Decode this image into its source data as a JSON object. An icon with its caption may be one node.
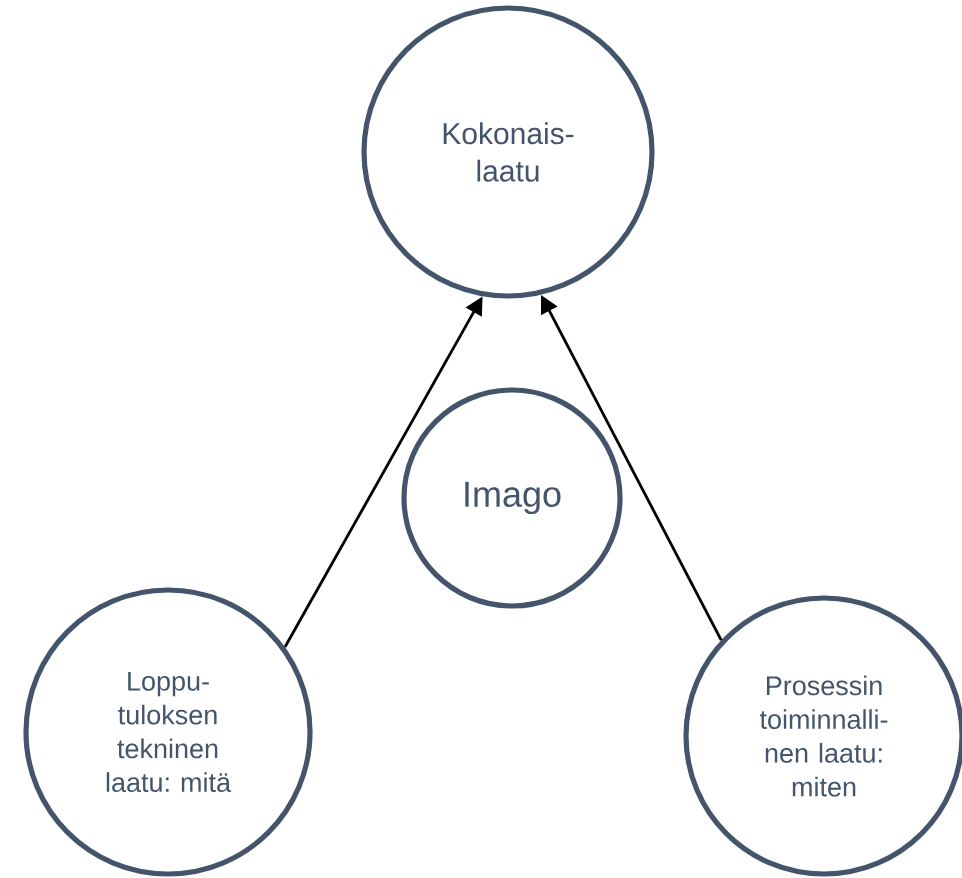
{
  "diagram": {
    "nodes": [
      {
        "text": [
          "Kokonais- laatu"
        ]
      },
      {
        "text": [
          "Imago"
        ]
      },
      {
        "text": [
          "Loppu- tuloksen tekninen laatu: mitä"
        ]
      },
      {
        "text": [
          "Prosessin toiminnalli- nen laatu: miten"
        ]
      }
    ],
    "edges": [
      {
        "from": 2,
        "to": 0,
        "arrow": "to"
      },
      {
        "from": 3,
        "to": 0,
        "arrow": "to"
      }
    ]
  }
}
